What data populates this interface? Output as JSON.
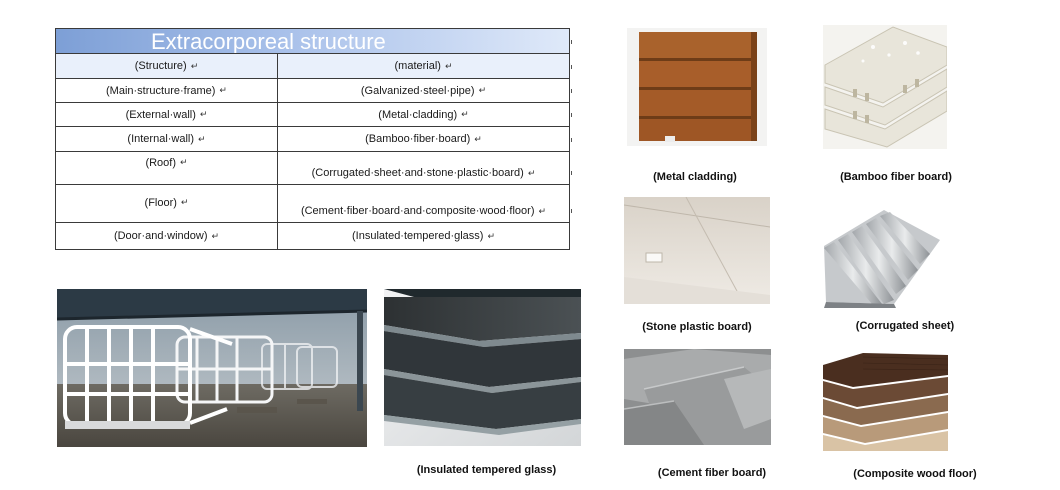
{
  "table": {
    "title": "Extracorporeal structure",
    "header": {
      "structure": "(Structure)",
      "material": "(material)"
    },
    "rows": [
      {
        "structure": "(Main·structure·frame)",
        "material": "(Galvanized·steel·pipe)"
      },
      {
        "structure": "(External·wall)",
        "material": "(Metal·cladding)"
      },
      {
        "structure": "(Internal·wall)",
        "material": "(Bamboo·fiber·board)"
      },
      {
        "structure": "(Roof)",
        "material": "(Corrugated·sheet·and·stone·plastic·board)"
      },
      {
        "structure": "(Floor)",
        "material": "(Cement·fiber·board·and·composite·wood·floor)"
      },
      {
        "structure": "(Door·and·window)",
        "material": "(Insulated·tempered·glass)"
      }
    ],
    "mark": "↵"
  },
  "captions": {
    "glass": "(Insulated tempered glass)",
    "metal_cladding": "(Metal cladding)",
    "bamboo": "(Bamboo fiber board)",
    "stone_plastic": "(Stone plastic board)",
    "corrugated": "(Corrugated sheet)",
    "cement": "(Cement fiber board)",
    "composite": "(Composite wood floor)"
  },
  "colors": {
    "title_bar": "#7d9fd6",
    "header_row": "#e9f0fb",
    "border": "#3a3a3a"
  }
}
